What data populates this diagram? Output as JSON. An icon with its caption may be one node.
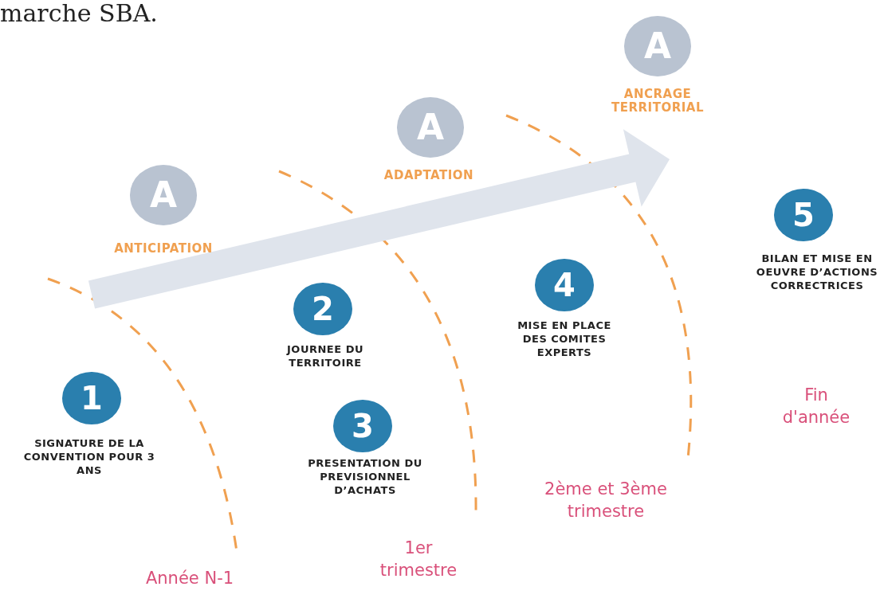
{
  "diagram": {
    "nodes": [
      {
        "text": [
          "A"
        ],
        "beside": [
          "ANTICIPATION"
        ]
      },
      {
        "text": [
          "A"
        ],
        "beside": [
          "ADAPTATION"
        ]
      },
      {
        "text": [
          "A"
        ],
        "beside": [
          "ANCRAGE TERRITORIAL"
        ]
      },
      {
        "text": [
          "1"
        ],
        "beside": [
          "SIGNATURE DE LA CONVENTION POUR 3 ANS"
        ]
      },
      {
        "text": [
          "2"
        ],
        "beside": [
          "JOURNEE DU TERRITOIRE"
        ]
      },
      {
        "text": [
          "3"
        ],
        "beside": [
          "PRESENTATION DU PREVISIONNEL D’ACHATS"
        ]
      },
      {
        "text": [
          "4"
        ],
        "beside": [
          "MISE EN PLACE DES COMITES EXPERTS"
        ]
      },
      {
        "text": [
          "5"
        ],
        "beside": [
          "BILAN ET MISE EN OEUVRE D’ACTIONS CORRECTRICES"
        ]
      }
    ],
    "edges": [
      {
        "from": null,
        "to": 2,
        "arrow": "to"
      }
    ],
    "labels": [
      "marche SBA.",
      "Année N-1",
      "1er trimestre",
      "2ème et 3ème trimestre",
      "Fin d'année"
    ]
  }
}
